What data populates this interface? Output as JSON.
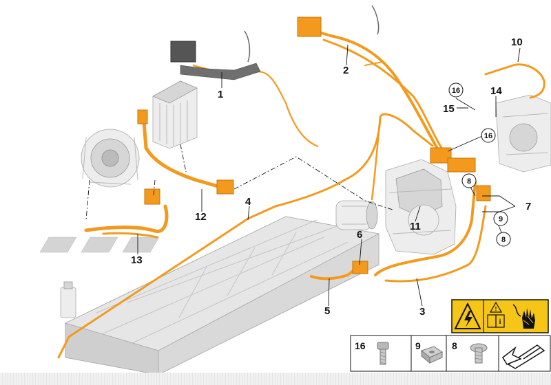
{
  "diagram": {
    "callouts": {
      "c1": "1",
      "c2": "2",
      "c3": "3",
      "c4": "4",
      "c5": "5",
      "c6": "6",
      "c7": "7",
      "c10": "10",
      "c11": "11",
      "c12": "12",
      "c13": "13",
      "c14": "14",
      "c15": "15"
    },
    "circled": {
      "r16a": "16",
      "r16b": "16",
      "r8a": "8",
      "r8b": "8",
      "r9": "9"
    }
  },
  "warning": {
    "text_block": "i"
  },
  "legend": {
    "items": [
      {
        "num": "16",
        "name": "bolt"
      },
      {
        "num": "9",
        "name": "square-nut"
      },
      {
        "num": "8",
        "name": "torx-screw"
      }
    ]
  },
  "colors": {
    "cable": "#f39a1e",
    "warning_yellow": "#f5c518",
    "line_gray": "#b8b8b8"
  },
  "icons": [
    "high-voltage-warning-icon",
    "read-manual-icon",
    "do-not-touch-hand-icon",
    "folded-corner-arrow-icon"
  ]
}
